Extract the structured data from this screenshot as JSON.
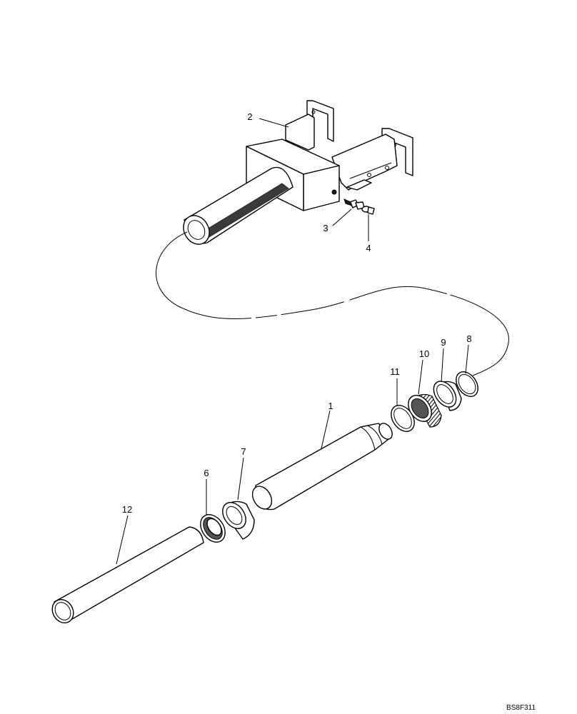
{
  "callouts": {
    "c1": "1",
    "c2": "2",
    "c3": "3",
    "c4": "4",
    "c6": "6",
    "c7": "7",
    "c8": "8",
    "c9": "9",
    "c10": "10",
    "c11": "11",
    "c12": "12"
  },
  "drawing_code": "BS8F311"
}
